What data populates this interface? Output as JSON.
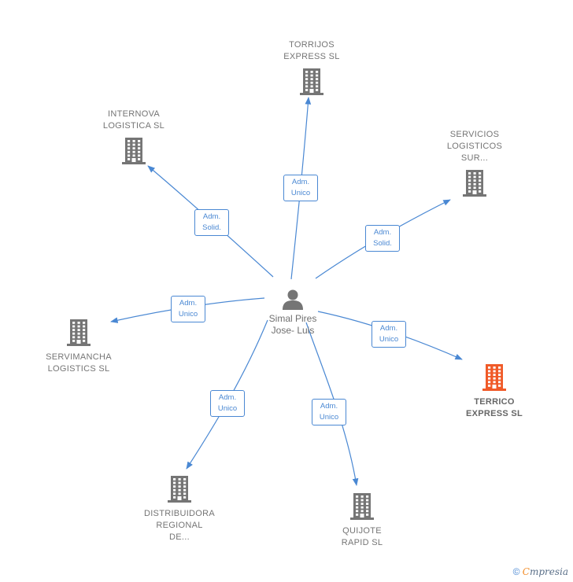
{
  "center": {
    "name": "Simal Pires\nJose- Luis"
  },
  "companies": [
    {
      "id": "torrijos",
      "name": "TORRIJOS\nEXPRESS SL",
      "highlight": false
    },
    {
      "id": "internova",
      "name": "INTERNOVA\nLOGISTICA SL",
      "highlight": false
    },
    {
      "id": "servicios",
      "name": "SERVICIOS\nLOGISTICOS\nSUR...",
      "highlight": false
    },
    {
      "id": "servimancha",
      "name": "SERVIMANCHA\nLOGISTICS SL",
      "highlight": false
    },
    {
      "id": "terrico",
      "name": "TERRICO\nEXPRESS SL",
      "highlight": true
    },
    {
      "id": "distribuidora",
      "name": "DISTRIBUIDORA\nREGIONAL\nDE...",
      "highlight": false
    },
    {
      "id": "quijote",
      "name": "QUIJOTE\nRAPID SL",
      "highlight": false
    }
  ],
  "relations": [
    {
      "to": "torrijos",
      "label": "Adm.\nUnico"
    },
    {
      "to": "internova",
      "label": "Adm.\nSolid."
    },
    {
      "to": "servicios",
      "label": "Adm.\nSolid."
    },
    {
      "to": "servimancha",
      "label": "Adm.\nUnico"
    },
    {
      "to": "terrico",
      "label": "Adm.\nUnico"
    },
    {
      "to": "distribuidora",
      "label": "Adm.\nUnico"
    },
    {
      "to": "quijote",
      "label": "Adm.\nUnico"
    }
  ],
  "colors": {
    "edge": "#4a88d3",
    "building": "#757575",
    "building_highlight": "#f05a28"
  },
  "footer": {
    "copyright": "©",
    "brand_first": "C",
    "brand_rest": "mpresia"
  }
}
